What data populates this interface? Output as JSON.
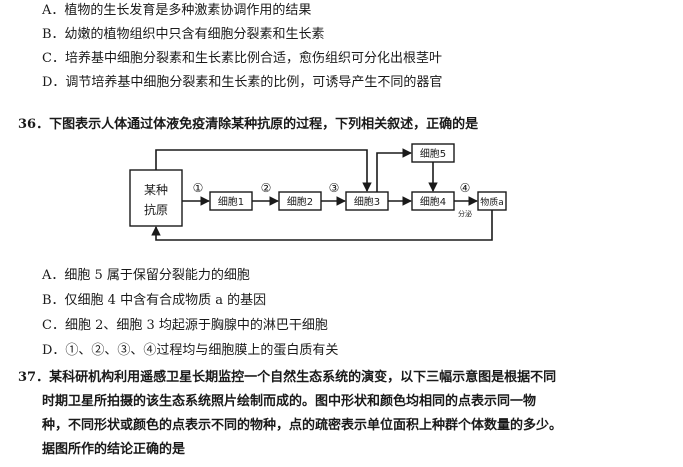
{
  "q35": {
    "options": [
      "A．植物的生长发育是多种激素协调作用的结果",
      "B．幼嫩的植物组织中只含有细胞分裂素和生长素",
      "C．培养基中细胞分裂素和生长素比例合适，愈伤组织可分化出根茎叶",
      "D．调节培养基中细胞分裂素和生长素的比例，可诱导产生不同的器官"
    ]
  },
  "q36": {
    "stem": "36．下图表示人体通过体液免疫清除某种抗原的过程，下列相关叙述，正确的是",
    "diagram": {
      "antigen_line1": "某种",
      "antigen_line2": "抗原",
      "cells": [
        "细胞1",
        "细胞2",
        "细胞3",
        "细胞4",
        "细胞5"
      ],
      "substance": "物质a",
      "steps": [
        "①",
        "②",
        "③",
        "④"
      ],
      "step4_note": "分泌"
    },
    "options": [
      "A．细胞 5 属于保留分裂能力的细胞",
      "B．仅细胞 4 中含有合成物质 a 的基因",
      "C．细胞 2、细胞 3 均起源于胸腺中的淋巴干细胞",
      "D．①、②、③、④过程均与细胞膜上的蛋白质有关"
    ]
  },
  "q37": {
    "lines": [
      "37．某科研机构利用遥感卫星长期监控一个自然生态系统的演变，以下三幅示意图是根据不同",
      "时期卫星所拍摄的该生态系统照片绘制而成的。图中形状和颜色均相同的点表示同一物",
      "种，不同形状或颜色的点表示不同的物种，点的疏密表示单位面积上种群个体数量的多少。",
      "据图所作的结论正确的是"
    ]
  }
}
